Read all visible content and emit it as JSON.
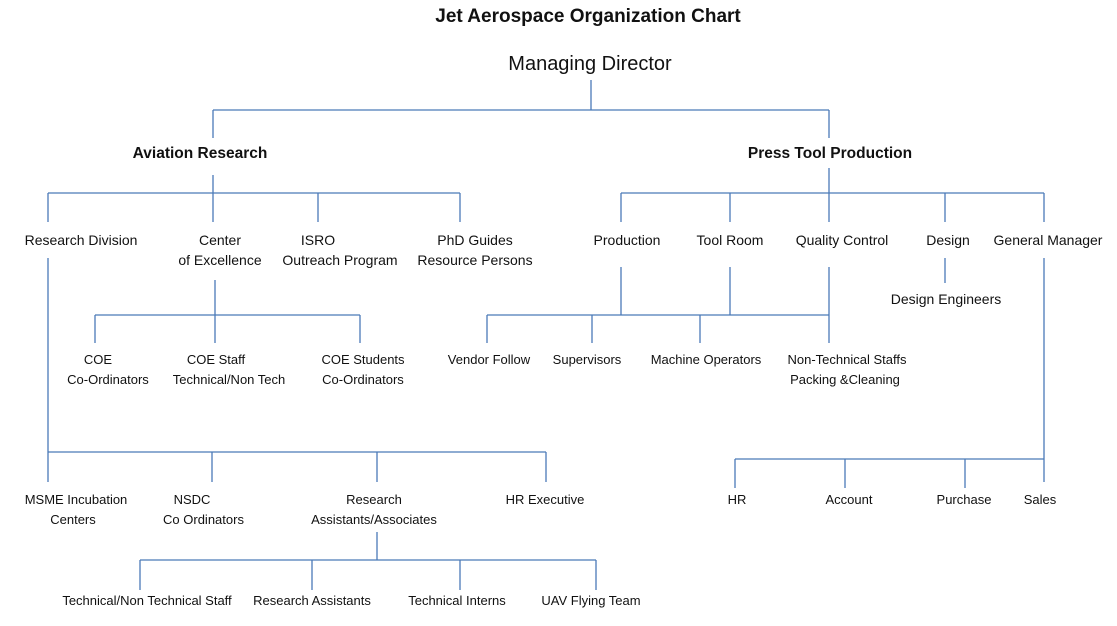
{
  "title": "Jet Aerospace Organization Chart",
  "root": "Managing Director",
  "branches": {
    "aviation": "Aviation Research",
    "press": "Press Tool Production"
  },
  "aviation": {
    "research_division": "Research Division",
    "coe": [
      "Center",
      "of Excellence"
    ],
    "isro": [
      "ISRO",
      "Outreach Program"
    ],
    "phd": [
      "PhD Guides",
      "Resource Persons"
    ]
  },
  "coe_children": {
    "coordinators": [
      "COE",
      "Co-Ordinators"
    ],
    "staff": [
      "COE Staff",
      "Technical/Non Tech"
    ],
    "students": [
      "COE Students",
      "Co-Ordinators"
    ]
  },
  "research_children": {
    "msme": [
      "MSME Incubation",
      "Centers"
    ],
    "nsdc": [
      "NSDC",
      "Co Ordinators"
    ],
    "assistants": [
      "Research",
      "Assistants/Associates"
    ],
    "hr_exec": "HR Executive"
  },
  "assistant_children": {
    "staff": "Technical/Non Technical Staff",
    "research_assistants": "Research Assistants",
    "interns": "Technical Interns",
    "uav": "UAV Flying Team"
  },
  "press": {
    "production": "Production",
    "tool_room": "Tool Room",
    "quality": "Quality Control",
    "design": "Design",
    "gm": "General Manager"
  },
  "design_child": "Design Engineers",
  "production_children": {
    "vendor": "Vendor Follow",
    "supervisors": "Supervisors",
    "operators": "Machine Operators",
    "non_tech": [
      "Non-Technical Staffs",
      "Packing &Cleaning"
    ]
  },
  "gm_children": {
    "hr": "HR",
    "account": "Account",
    "purchase": "Purchase",
    "sales": "Sales"
  }
}
